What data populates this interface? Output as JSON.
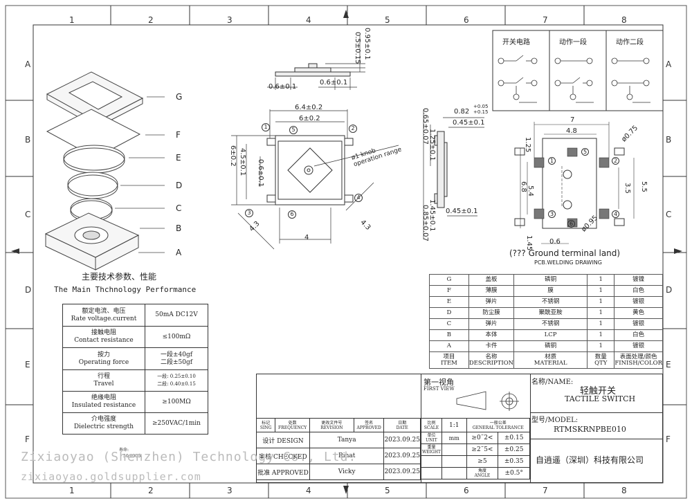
{
  "grid": {
    "cols": [
      "1",
      "2",
      "3",
      "4",
      "5",
      "6",
      "7",
      "8"
    ],
    "rows": [
      "A",
      "B",
      "C",
      "D",
      "E",
      "F"
    ]
  },
  "exploded_view": {
    "parts": [
      "G",
      "F",
      "E",
      "D",
      "C",
      "B",
      "A"
    ]
  },
  "dimensions": {
    "top_view": [
      "0.95±0.1",
      "0.5±0.15",
      "0.6±0.1",
      "0.6±0.1"
    ],
    "front_view": [
      "6.4±0.2",
      "6±0.2",
      "4.5±0.1",
      "6±0.2",
      "0.6±0.1",
      "4.3",
      "4.3",
      "4"
    ],
    "knob_note": "ø1 knob operation range",
    "side_view": [
      "0.65±0.07",
      "1.25±0.1",
      "1.45±0.1",
      "0.85±0.07",
      "0.82",
      "+0.05",
      "+0.15",
      "0.45±0.1",
      "0.45±0.1"
    ],
    "pcb": [
      "7",
      "4.8",
      "1.25",
      "6.8",
      "5.4",
      "3.5",
      "5.5",
      "1.45",
      "0.6",
      "ø0.75",
      "ø0.95"
    ],
    "pcb_title": "(??? Ground terminal land)",
    "pcb_subtitle": "PCB.WELDING DRAWING"
  },
  "pins": [
    "1",
    "2",
    "3",
    "4",
    "5",
    "6"
  ],
  "circuits": {
    "headers": [
      "开关电路",
      "动作一段",
      "动作二段"
    ]
  },
  "performance": {
    "title_cn": "主要技术参数、性能",
    "title_en": "The Main Thchnology Performance",
    "rows": [
      {
        "cn": "额定电流、电压",
        "en": "Rate voltage.current",
        "value": "50mA DC12V"
      },
      {
        "cn": "接触电阻",
        "en": "Contact resistance",
        "value": "≤100mΩ"
      },
      {
        "cn": "按力",
        "en": "Operating force",
        "value": "一段±40gf\n二段±50gf"
      },
      {
        "cn": "行程",
        "en": "Travel",
        "value": "一段: 0.25±0.10\n二段: 0.40±0.15"
      },
      {
        "cn": "绝缘电阻",
        "en": "Insulated resistance",
        "value": "≥100MΩ"
      },
      {
        "cn": "介电强度",
        "en": "Dielectric strength",
        "value": "≥250VAC/1min"
      }
    ],
    "life_label": "寿命:",
    "life_value": "50,000次"
  },
  "materials": {
    "rows": [
      {
        "item": "G",
        "desc": "盖板",
        "mat": "磷铜",
        "qty": "1",
        "finish": "镀镍"
      },
      {
        "item": "F",
        "desc": "薄膜",
        "mat": "膜",
        "qty": "1",
        "finish": "白色"
      },
      {
        "item": "E",
        "desc": "弹片",
        "mat": "不锈钢",
        "qty": "1",
        "finish": "镀银"
      },
      {
        "item": "D",
        "desc": "防尘膜",
        "mat": "聚酰亚胺",
        "qty": "1",
        "finish": "黄色"
      },
      {
        "item": "C",
        "desc": "弹片",
        "mat": "不锈钢",
        "qty": "1",
        "finish": "镀银"
      },
      {
        "item": "B",
        "desc": "本体",
        "mat": "LCP",
        "qty": "1",
        "finish": "白色"
      },
      {
        "item": "A",
        "desc": "卡件",
        "mat": "磷铜",
        "qty": "1",
        "finish": "镀银"
      }
    ],
    "header": {
      "item_cn": "项目",
      "item_en": "ITEM",
      "desc_cn": "名称",
      "desc_en": "DESCRIPTION",
      "mat_cn": "材质",
      "mat_en": "MATERIAL",
      "qty_cn": "数量",
      "qty_en": "QTY",
      "finish_cn": "表面处理/颜色",
      "finish_en": "FINISH/COLOR"
    }
  },
  "title_block": {
    "first_view_cn": "第一视角",
    "first_view_en": "FIRST VIEW",
    "name_label": "名称/NAME:",
    "name_cn": "轻触开关",
    "name_en": "TACTILE SWITCH",
    "model_label": "型号/MODEL:",
    "model": "RTMSKRNPBE010",
    "company": "自逍遥（深圳）科技有限公司",
    "rev_headers": [
      "标记\nSING",
      "处数\nFREQUENCY",
      "更改文件号\nREVISION",
      "签名\nAPPROVED",
      "日期\nDATE",
      "比例\nSCALE"
    ],
    "scale": "1:1",
    "tolerance_header": "一般公差\nGENERAL TOLERANCE",
    "unit_label": "单位\nUNIT",
    "unit": "mm",
    "weight_label": "重量\nWEIGHT",
    "angle_label": "角度\nANGLE",
    "tolerances": [
      [
        "≥0˜2<",
        "±0.15"
      ],
      [
        "≥2˜5<",
        "±0.25"
      ],
      [
        "≥5",
        "±0.35"
      ],
      [
        "",
        "±0.5°"
      ]
    ],
    "signoffs": [
      {
        "role": "设计 DESIGN",
        "name": "Tanya",
        "date": "2023.09.25"
      },
      {
        "role": "审核 CHECKED",
        "name": "Rinat",
        "date": "2023.09.25"
      },
      {
        "role": "批准 APPROVED",
        "name": "Vicky",
        "date": "2023.09.25"
      }
    ]
  },
  "watermark": {
    "line1": "Zixiaoyao (Shenzhen) Technology Co., Ltd.",
    "line2": "zixiaoyao.goldsupplier.com"
  }
}
